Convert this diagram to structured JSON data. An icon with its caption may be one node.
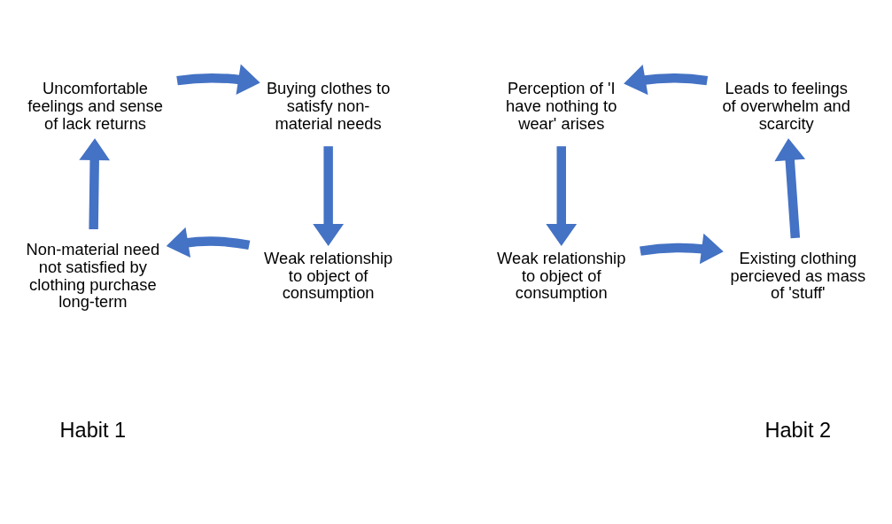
{
  "diagram": {
    "nodes": [
      {
        "text": [
          "Uncomfortable feelings and sense of lack returns"
        ]
      },
      {
        "text": [
          "Buying clothes to satisfy non-material needs"
        ]
      },
      {
        "text": [
          "Perception of 'I have nothing to wear' arises"
        ]
      },
      {
        "text": [
          "Leads to feelings of overwhelm and scarcity"
        ]
      },
      {
        "text": [
          "Non-material need not satisfied by clothing purchase long-term"
        ]
      },
      {
        "text": [
          "Weak relationship to object of consumption"
        ]
      },
      {
        "text": [
          "Weak relationship to object of consumption"
        ]
      },
      {
        "text": [
          "Existing clothing percieved as mass of 'stuff'"
        ]
      }
    ],
    "edges": [
      {
        "from": 0,
        "to": 1,
        "arrow": "to"
      },
      {
        "from": 1,
        "to": 5,
        "arrow": "to"
      },
      {
        "from": 5,
        "to": 4,
        "arrow": "to"
      },
      {
        "from": 4,
        "to": 0,
        "arrow": "to"
      },
      {
        "from": 2,
        "to": 6,
        "arrow": "to"
      },
      {
        "from": 6,
        "to": 7,
        "arrow": "to"
      },
      {
        "from": 7,
        "to": 3,
        "arrow": "to"
      },
      {
        "from": 3,
        "to": 2,
        "arrow": "to"
      }
    ],
    "labels": [
      "Habit 1",
      "Habit 2"
    ]
  }
}
